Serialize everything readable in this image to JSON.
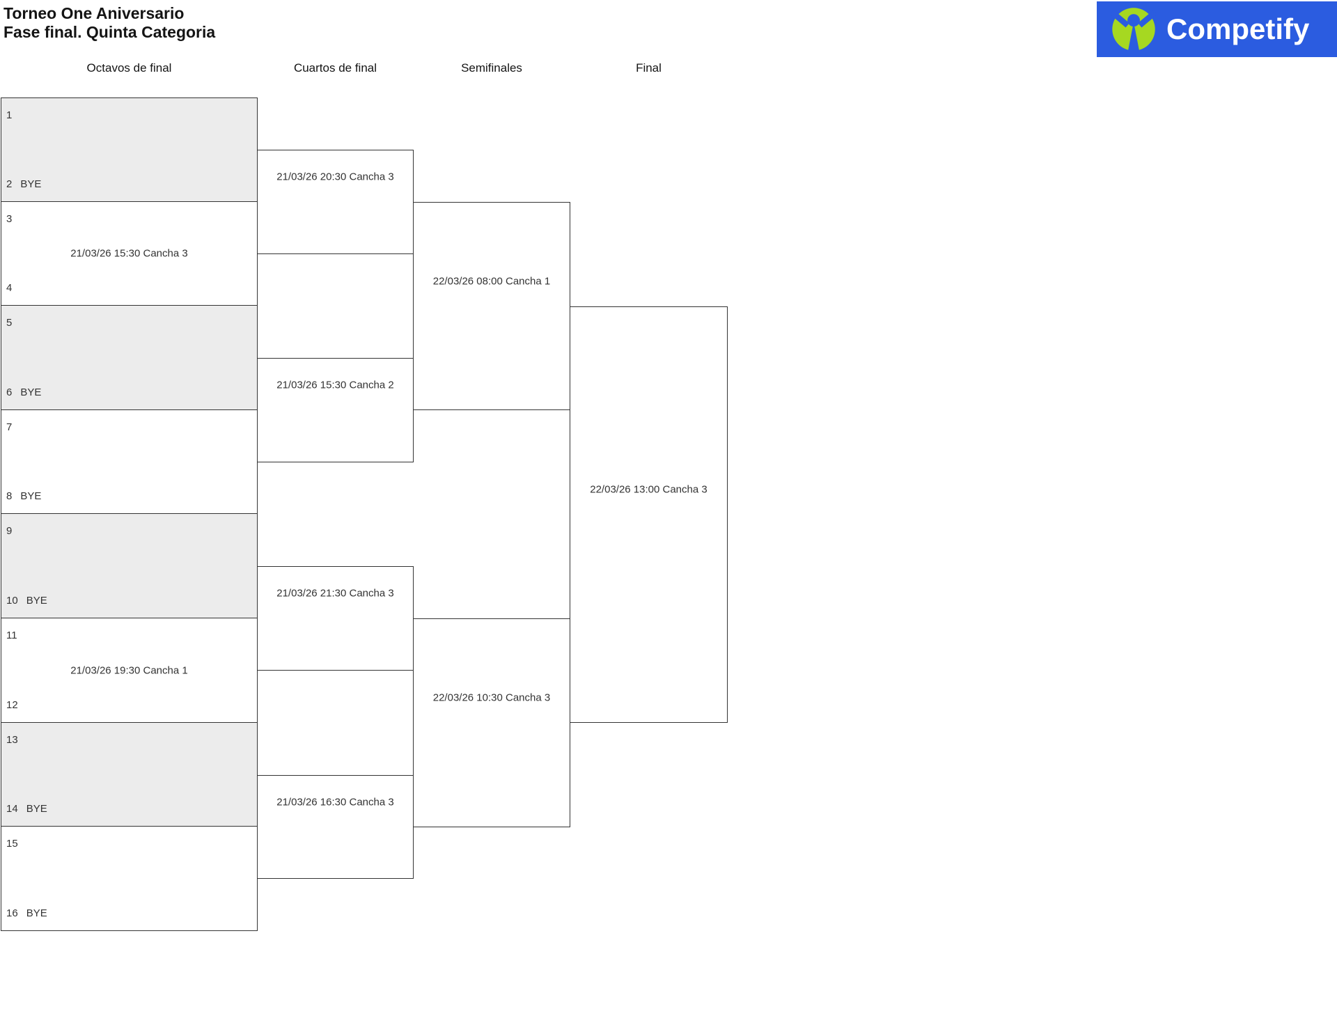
{
  "header": {
    "title_line1": "Torneo One Aniversario",
    "title_line2": "Fase final. Quinta Categoria"
  },
  "logo": {
    "brand": "Competify",
    "icon": "person-raised-arms-icon"
  },
  "round_headers": [
    "Octavos de final",
    "Cuartos de final",
    "Semifinales",
    "Final"
  ],
  "bracket": {
    "octavos": [
      {
        "top_seed": "1",
        "top_name": "",
        "bottom_seed": "2",
        "bottom_name": "BYE",
        "schedule": "",
        "shaded": true
      },
      {
        "top_seed": "3",
        "top_name": "",
        "bottom_seed": "4",
        "bottom_name": "",
        "schedule": "21/03/26 15:30 Cancha 3",
        "shaded": false
      },
      {
        "top_seed": "5",
        "top_name": "",
        "bottom_seed": "6",
        "bottom_name": "BYE",
        "schedule": "",
        "shaded": true
      },
      {
        "top_seed": "7",
        "top_name": "",
        "bottom_seed": "8",
        "bottom_name": "BYE",
        "schedule": "",
        "shaded": false
      },
      {
        "top_seed": "9",
        "top_name": "",
        "bottom_seed": "10",
        "bottom_name": "BYE",
        "schedule": "",
        "shaded": true
      },
      {
        "top_seed": "11",
        "top_name": "",
        "bottom_seed": "12",
        "bottom_name": "",
        "schedule": "21/03/26 19:30 Cancha 1",
        "shaded": false
      },
      {
        "top_seed": "13",
        "top_name": "",
        "bottom_seed": "14",
        "bottom_name": "BYE",
        "schedule": "",
        "shaded": true
      },
      {
        "top_seed": "15",
        "top_name": "",
        "bottom_seed": "16",
        "bottom_name": "BYE",
        "schedule": "",
        "shaded": false
      }
    ],
    "cuartos": [
      {
        "schedule": "21/03/26 20:30 Cancha 3"
      },
      {
        "schedule": "21/03/26 15:30 Cancha 2"
      },
      {
        "schedule": "21/03/26 21:30 Cancha 3"
      },
      {
        "schedule": "21/03/26 16:30 Cancha 3"
      }
    ],
    "semifinales": [
      {
        "schedule": "22/03/26 08:00 Cancha 1"
      },
      {
        "schedule": "22/03/26 10:30 Cancha 3"
      }
    ],
    "final": [
      {
        "schedule": "22/03/26 13:00 Cancha 3"
      }
    ]
  },
  "colors": {
    "logo_blue": "#2b5ce0",
    "logo_green": "#a6d821",
    "bracket_border": "#333333",
    "shaded_match": "#ececec",
    "text": "#333333"
  }
}
